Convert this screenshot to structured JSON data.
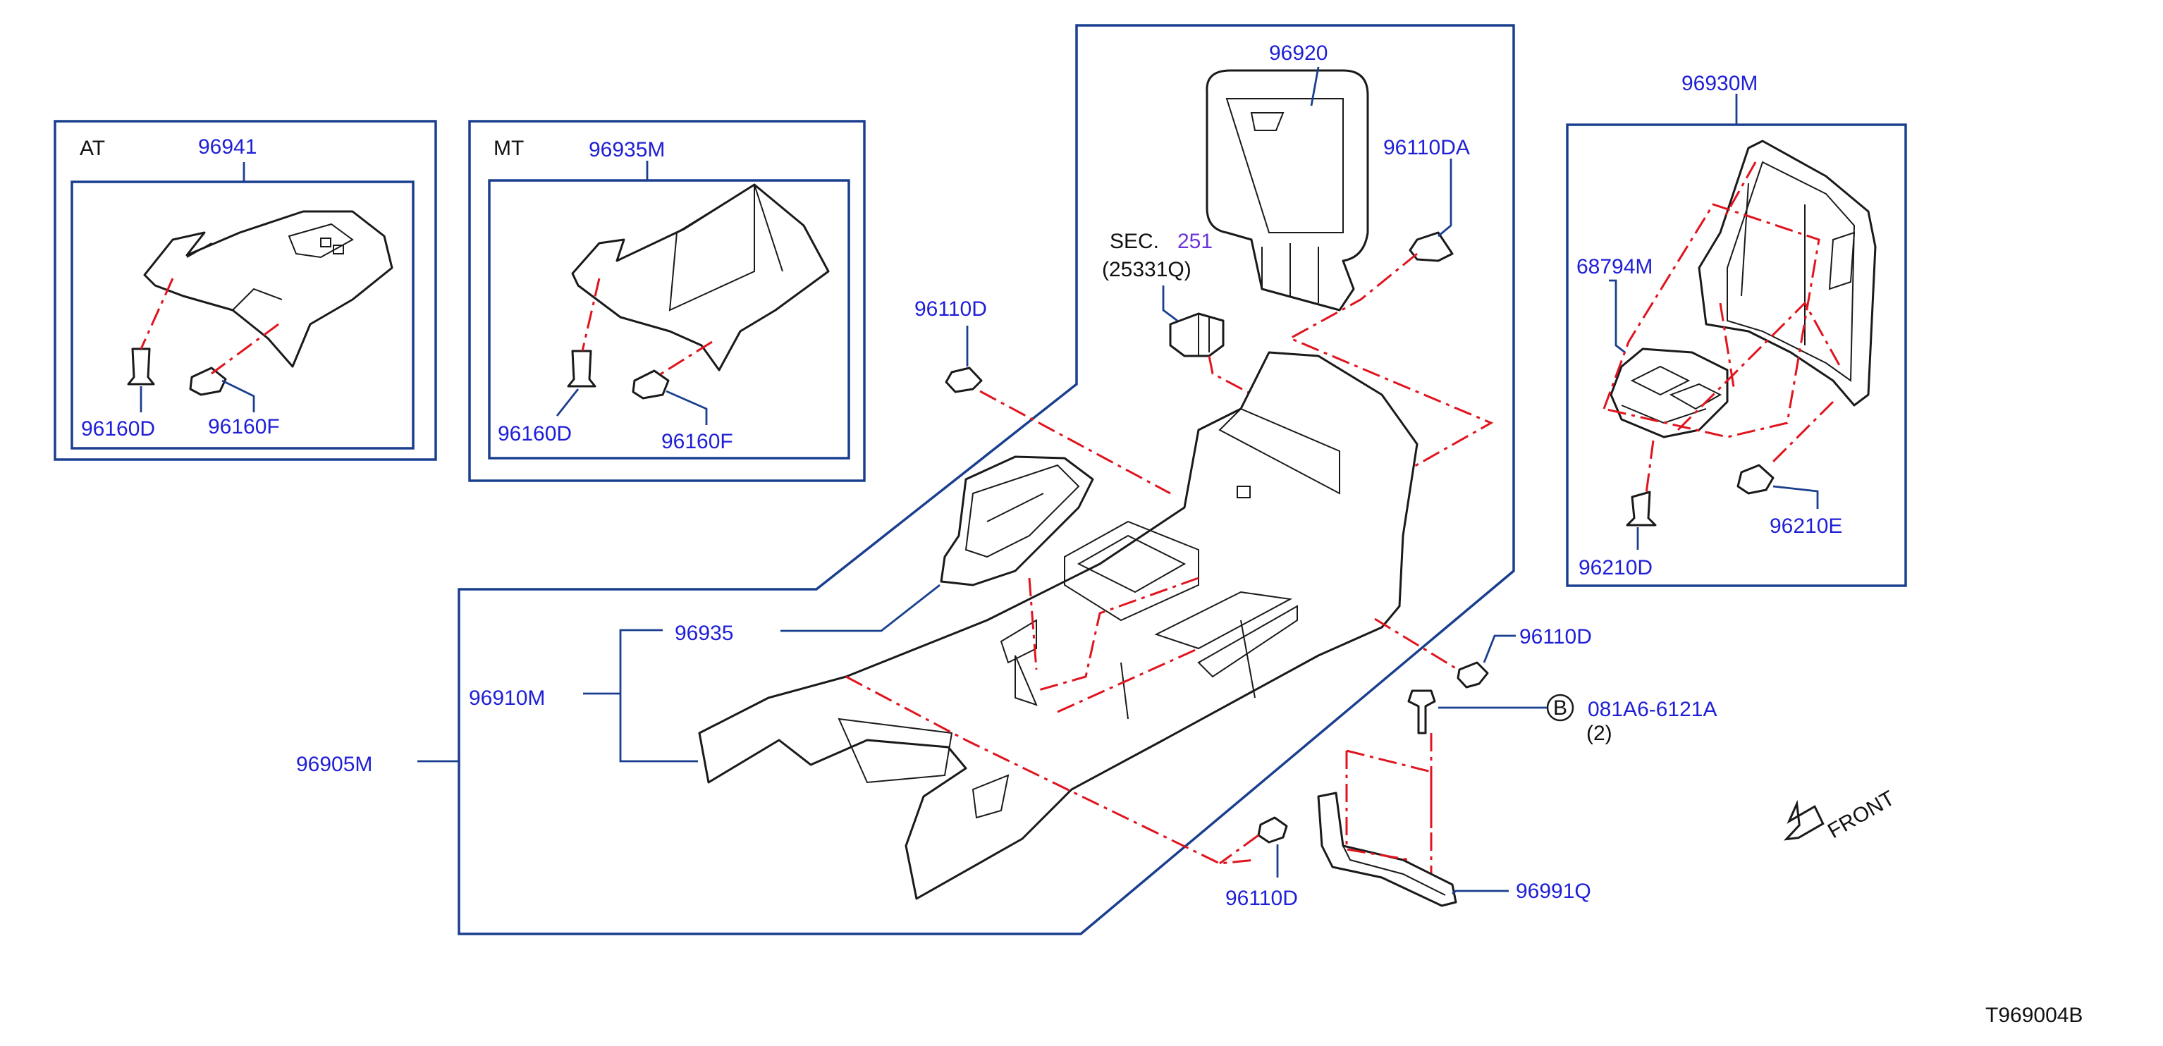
{
  "labels": {
    "at": "AT",
    "mt": "MT",
    "p96941": "96941",
    "p96160d_at": "96160D",
    "p96160f_at": "96160F",
    "p96935m": "96935M",
    "p96160d_mt": "96160D",
    "p96160f_mt": "96160F",
    "p96920": "96920",
    "p96110da": "96110DA",
    "sec_prefix": "SEC.",
    "sec_number": "251",
    "sec_ref": "(25331Q)",
    "p96110d_left": "96110D",
    "p96930m": "96930M",
    "p68794m": "68794M",
    "p96210d": "96210D",
    "p96210e": "96210E",
    "p96935": "96935",
    "p96910m": "96910M",
    "p96905m": "96905M",
    "p96110d_right": "96110D",
    "bolt_marker": "B",
    "bolt_part": "081A6-6121A",
    "bolt_qty": "(2)",
    "p96110d_bottom": "96110D",
    "p96991q": "96991Q",
    "front": "FRONT",
    "diagram_code": "T969004B"
  },
  "colors": {
    "part_number": "#1f1fd6",
    "callout_box": "#1a3f8f",
    "phantom_line": "#e0141e",
    "outline": "#1a1a1a"
  }
}
